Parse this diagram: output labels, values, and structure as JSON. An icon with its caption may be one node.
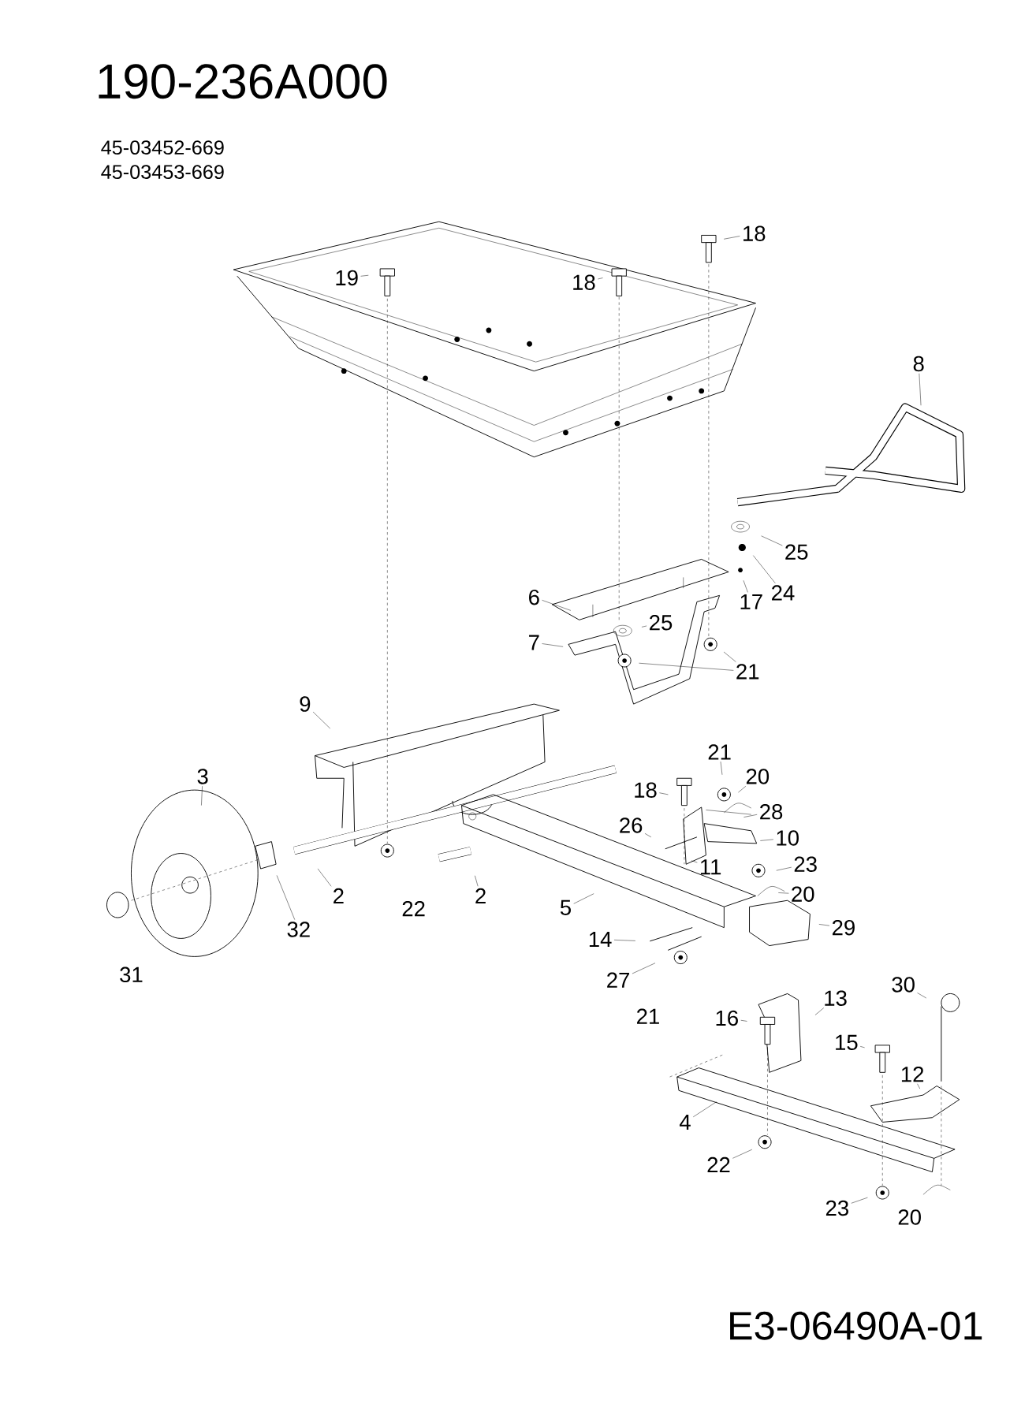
{
  "diagram": {
    "title": "190-236A000",
    "nodes": [
      {
        "text": [
          "18"
        ]
      },
      {
        "text": [
          "19"
        ]
      },
      {
        "text": [
          "18"
        ]
      },
      {
        "text": [
          "8"
        ]
      },
      {
        "text": [
          "25"
        ]
      },
      {
        "text": [
          "24"
        ]
      },
      {
        "text": [
          "6"
        ]
      },
      {
        "text": [
          "17"
        ]
      },
      {
        "text": [
          "25"
        ]
      },
      {
        "text": [
          "7"
        ]
      },
      {
        "text": [
          "21"
        ]
      },
      {
        "text": [
          "9"
        ]
      },
      {
        "text": [
          "21"
        ]
      },
      {
        "text": [
          "3"
        ]
      },
      {
        "text": [
          "20"
        ]
      },
      {
        "text": [
          "18"
        ]
      },
      {
        "text": [
          "28"
        ]
      },
      {
        "text": [
          "26"
        ]
      },
      {
        "text": [
          "10"
        ]
      },
      {
        "text": [
          "11"
        ]
      },
      {
        "text": [
          "23"
        ]
      },
      {
        "text": [
          "20"
        ]
      },
      {
        "text": [
          "2"
        ]
      },
      {
        "text": [
          "2"
        ]
      },
      {
        "text": [
          "5"
        ]
      },
      {
        "text": [
          "29"
        ]
      },
      {
        "text": [
          "32"
        ]
      },
      {
        "text": [
          "14"
        ]
      },
      {
        "text": [
          "27"
        ]
      },
      {
        "text": [
          "30"
        ]
      },
      {
        "text": [
          "13"
        ]
      },
      {
        "text": [
          "16"
        ]
      },
      {
        "text": [
          "15"
        ]
      },
      {
        "text": [
          "12"
        ]
      },
      {
        "text": [
          "4"
        ]
      },
      {
        "text": [
          "22"
        ]
      },
      {
        "text": [
          "23"
        ]
      }
    ],
    "edges": [
      {
        "from": 0,
        "to": null,
        "arrow": "none"
      },
      {
        "from": 1,
        "to": null,
        "arrow": "none"
      },
      {
        "from": 2,
        "to": null,
        "arrow": "none"
      },
      {
        "from": 3,
        "to": null,
        "arrow": "none"
      },
      {
        "from": 4,
        "to": null,
        "arrow": "none"
      },
      {
        "from": 5,
        "to": null,
        "arrow": "none"
      },
      {
        "from": 6,
        "to": null,
        "arrow": "none"
      },
      {
        "from": 7,
        "to": null,
        "arrow": "none"
      },
      {
        "from": 8,
        "to": null,
        "arrow": "none"
      },
      {
        "from": 9,
        "to": null,
        "arrow": "none"
      },
      {
        "from": 10,
        "to": null,
        "arrow": "none"
      },
      {
        "from": 10,
        "to": null,
        "arrow": "none"
      },
      {
        "from": 11,
        "to": null,
        "arrow": "none"
      },
      {
        "from": 12,
        "to": null,
        "arrow": "none"
      },
      {
        "from": 13,
        "to": null,
        "arrow": "none"
      },
      {
        "from": 14,
        "to": null,
        "arrow": "none"
      },
      {
        "from": 15,
        "to": null,
        "arrow": "none"
      },
      {
        "from": 16,
        "to": null,
        "arrow": "none"
      },
      {
        "from": 17,
        "to": null,
        "arrow": "none"
      },
      {
        "from": 18,
        "to": null,
        "arrow": "none"
      },
      {
        "from": 19,
        "to": null,
        "arrow": "none"
      },
      {
        "from": 20,
        "to": null,
        "arrow": "none"
      },
      {
        "from": 21,
        "to": null,
        "arrow": "none"
      },
      {
        "from": 22,
        "to": null,
        "arrow": "none"
      },
      {
        "from": 23,
        "to": null,
        "arrow": "none"
      },
      {
        "from": 24,
        "to": null,
        "arrow": "none"
      },
      {
        "from": 25,
        "to": null,
        "arrow": "none"
      },
      {
        "from": 26,
        "to": null,
        "arrow": "none"
      },
      {
        "from": 27,
        "to": null,
        "arrow": "none"
      },
      {
        "from": 28,
        "to": null,
        "arrow": "none"
      },
      {
        "from": 29,
        "to": null,
        "arrow": "none"
      },
      {
        "from": 30,
        "to": null,
        "arrow": "none"
      },
      {
        "from": 31,
        "to": null,
        "arrow": "none"
      },
      {
        "from": 32,
        "to": null,
        "arrow": "none"
      },
      {
        "from": 33,
        "to": null,
        "arrow": "none"
      },
      {
        "from": 34,
        "to": null,
        "arrow": "none"
      },
      {
        "from": 35,
        "to": null,
        "arrow": "none"
      },
      {
        "from": 36,
        "to": null,
        "arrow": "none"
      }
    ],
    "labels": [
      "45-03452-669",
      "45-03453-669",
      "22",
      "31",
      "21",
      "20",
      "E3-06490A-01"
    ]
  }
}
